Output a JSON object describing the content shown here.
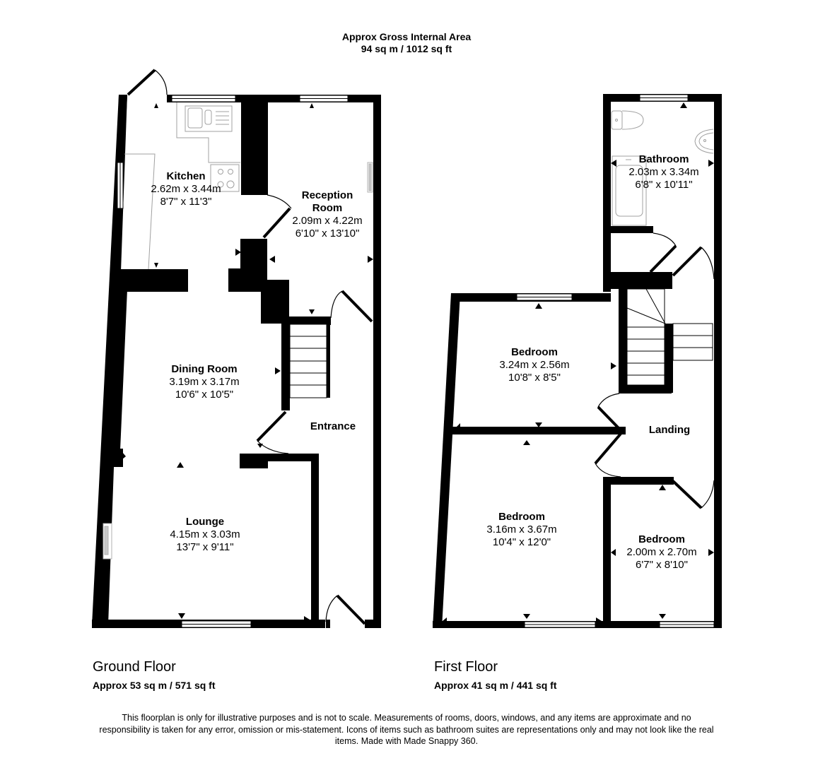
{
  "header": {
    "title": "Approx Gross Internal Area",
    "total_area": "94 sq m / 1012 sq ft"
  },
  "ground_floor": {
    "title": "Ground Floor",
    "area": "Approx 53 sq m / 571 sq ft",
    "rooms": [
      {
        "name": "Kitchen",
        "metric": "2.62m x 3.44m",
        "imperial": "8'7\" x 11'3\""
      },
      {
        "name": "Reception Room",
        "name_line1": "Reception",
        "name_line2": "Room",
        "metric": "2.09m x 4.22m",
        "imperial": "6'10\" x 13'10\""
      },
      {
        "name": "Dining Room",
        "metric": "3.19m x 3.17m",
        "imperial": "10'6\" x 10'5\""
      },
      {
        "name": "Entrance"
      },
      {
        "name": "Lounge",
        "metric": "4.15m x 3.03m",
        "imperial": "13'7\" x 9'11\""
      }
    ]
  },
  "first_floor": {
    "title": "First Floor",
    "area": "Approx 41 sq m / 441 sq ft",
    "rooms": [
      {
        "name": "Bathroom",
        "metric": "2.03m x 3.34m",
        "imperial": "6'8\" x 10'11\""
      },
      {
        "name": "Bedroom",
        "metric": "3.24m x 2.56m",
        "imperial": "10'8\" x 8'5\""
      },
      {
        "name": "Landing"
      },
      {
        "name": "Bedroom",
        "metric": "3.16m x 3.67m",
        "imperial": "10'4\" x 12'0\""
      },
      {
        "name": "Bedroom",
        "metric": "2.00m x 2.70m",
        "imperial": "6'7\" x 8'10\""
      }
    ]
  },
  "disclaimer": "This floorplan is only for illustrative purposes and is not to scale. Measurements of rooms, doors, windows, and any items are approximate and no responsibility is taken for any error, omission or mis-statement. Icons of items such as bathroom suites are representations only and may not look like the real items. Made with Made Snappy 360.",
  "colors": {
    "wall": "#000000",
    "fixture": "#9a9a9a",
    "background": "#ffffff"
  },
  "icons": [
    "sink-icon",
    "hob-icon",
    "toilet-icon",
    "basin-icon",
    "bath-icon",
    "radiator-icon",
    "stairs-icon",
    "door-swing-icon",
    "window-icon",
    "dimension-arrow-icon"
  ]
}
